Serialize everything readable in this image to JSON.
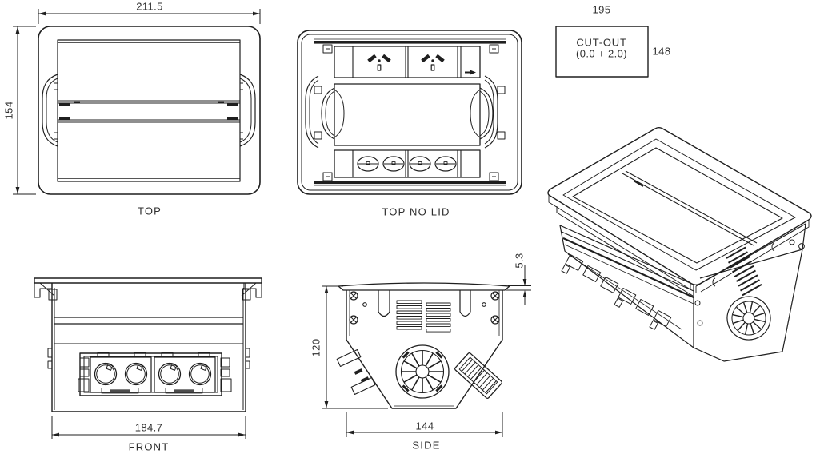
{
  "page": {
    "background": "#ffffff",
    "line_color": "#1f1f1f",
    "text_color": "#2e2e2e"
  },
  "views": {
    "top": {
      "label": "TOP",
      "dim_width": "211.5",
      "dim_height": "154"
    },
    "top_no_lid": {
      "label": "TOP NO LID"
    },
    "cut_out": {
      "title": "CUT-OUT",
      "tolerance": "(0.0 + 2.0)",
      "dim_width": "195",
      "dim_height": "148"
    },
    "front": {
      "label": "FRONT",
      "dim_width": "184.7"
    },
    "side": {
      "label": "SIDE",
      "dim_height": "120",
      "dim_width": "144",
      "dim_flange_thickness": "5.3"
    },
    "isometric": {
      "description": "isometric projection of table-mount connectivity box"
    }
  }
}
